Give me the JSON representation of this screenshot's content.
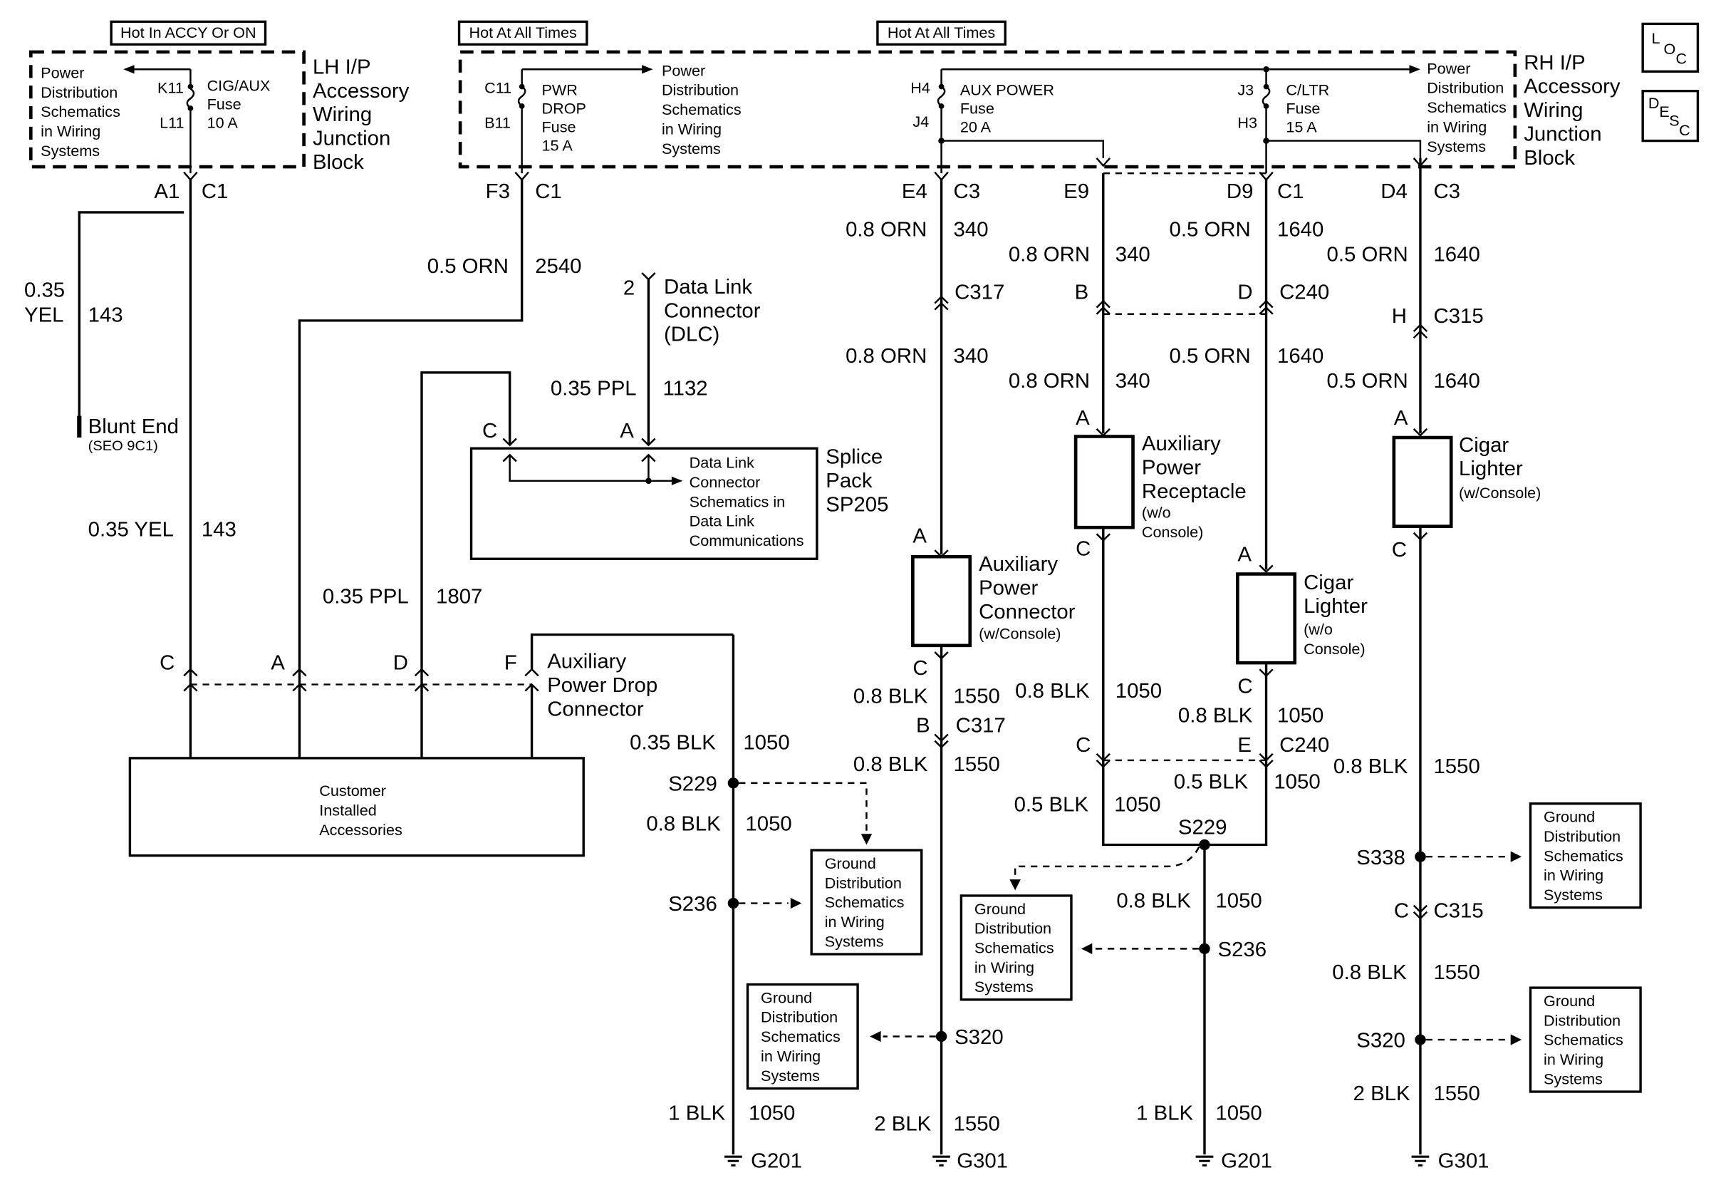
{
  "headers": {
    "lh_hot": "Hot In ACCY Or ON",
    "rh_hot_left": "Hot At All Times",
    "rh_hot_right": "Hot At All Times"
  },
  "lh_block": {
    "title": [
      "LH I/P",
      "Accessory",
      "Wiring",
      "Junction",
      "Block"
    ],
    "ref": [
      "Power",
      "Distribution",
      "Schematics",
      "in Wiring",
      "Systems"
    ],
    "fuse_top_pin": "K11",
    "fuse_bottom_pin": "L11",
    "fuse_label": [
      "CIG/AUX",
      "Fuse",
      "10 A"
    ]
  },
  "rh_block": {
    "title": [
      "RH I/P",
      "Accessory",
      "Wiring",
      "Junction",
      "Block"
    ],
    "pwr_drop": {
      "top_pin": "C11",
      "bottom_pin": "B11",
      "label": [
        "PWR",
        "DROP",
        "Fuse",
        "15 A"
      ]
    },
    "pwr_ref": [
      "Power",
      "Distribution",
      "Schematics",
      "in Wiring",
      "Systems"
    ],
    "aux_power": {
      "top_pin": "H4",
      "bottom_pin": "J4",
      "label": [
        "AUX POWER",
        "Fuse",
        "20 A"
      ]
    },
    "cltr": {
      "top_pin": "J3",
      "bottom_pin": "H3",
      "label": [
        "C/LTR",
        "Fuse",
        "15 A"
      ]
    },
    "right_ref": [
      "Power",
      "Distribution",
      "Schematics",
      "in Wiring",
      "Systems"
    ]
  },
  "legend": {
    "loc": [
      "L",
      "O",
      "C"
    ],
    "desc": [
      "D",
      "E",
      "S",
      "C"
    ]
  },
  "connectors": {
    "a1": "A1",
    "c1_a": "C1",
    "f3": "F3",
    "c1_b": "C1",
    "e4": "E4",
    "c3_a": "C3",
    "e9": "E9",
    "d9": "D9",
    "c1_c": "C1",
    "d4": "D4",
    "c3_b": "C3",
    "c317_top": "C317",
    "b_c240": "B",
    "d_c240": "D",
    "c240_top": "C240",
    "h_c315": "H",
    "c315_top": "C315",
    "a_aux_conn": "A",
    "a_aux_rec": "A",
    "a_cig_rh": "A",
    "a_cig_mid": "A",
    "c_aux_conn": "C",
    "c_aux_rec": "C",
    "c_cig_rh": "C",
    "c_cig_mid": "C",
    "b_c317": "B",
    "c317_bot": "C317",
    "c_c240": "C",
    "e_c240": "E",
    "c240_bot": "C240",
    "c_c315": "C",
    "c315_bot": "C315",
    "apd_c": "C",
    "apd_a": "A",
    "apd_d": "D",
    "apd_f": "F",
    "dlc_pin": "2",
    "sp_c": "C",
    "sp_a": "A"
  },
  "wires": {
    "w143_top": {
      "gauge": "0.35",
      "color": "YEL",
      "circuit": "143"
    },
    "w143_low": {
      "gauge": "0.35 YEL",
      "circuit": "143"
    },
    "w2540": {
      "gauge": "0.5 ORN",
      "circuit": "2540"
    },
    "w1132": {
      "gauge": "0.35 PPL",
      "circuit": "1132"
    },
    "w1807": {
      "gauge": "0.35 PPL",
      "circuit": "1807"
    },
    "w340_a": {
      "gauge": "0.8 ORN",
      "circuit": "340"
    },
    "w340_b": {
      "gauge": "0.8 ORN",
      "circuit": "340"
    },
    "w340_c": {
      "gauge": "0.8 ORN",
      "circuit": "340"
    },
    "w340_d": {
      "gauge": "0.8 ORN",
      "circuit": "340"
    },
    "w1640_a": {
      "gauge": "0.5 ORN",
      "circuit": "1640"
    },
    "w1640_b": {
      "gauge": "0.5 ORN",
      "circuit": "1640"
    },
    "w1640_c": {
      "gauge": "0.5 ORN",
      "circuit": "1640"
    },
    "w1640_d": {
      "gauge": "0.5 ORN",
      "circuit": "1640"
    },
    "w1550_a": {
      "gauge": "0.8 BLK",
      "circuit": "1550"
    },
    "w1550_b": {
      "gauge": "0.8 BLK",
      "circuit": "1550"
    },
    "w1550_c": {
      "gauge": "2 BLK",
      "circuit": "1550"
    },
    "w1550_d": {
      "gauge": "0.8 BLK",
      "circuit": "1550"
    },
    "w1550_e": {
      "gauge": "0.8 BLK",
      "circuit": "1550"
    },
    "w1550_f": {
      "gauge": "2 BLK",
      "circuit": "1550"
    },
    "w1050_a": {
      "gauge": "0.35 BLK",
      "circuit": "1050"
    },
    "w1050_b": {
      "gauge": "0.8 BLK",
      "circuit": "1050"
    },
    "w1050_c": {
      "gauge": "1 BLK",
      "circuit": "1050"
    },
    "w1050_d": {
      "gauge": "0.8 BLK",
      "circuit": "1050"
    },
    "w1050_e": {
      "gauge": "0.8 BLK",
      "circuit": "1050"
    },
    "w1050_f": {
      "gauge": "0.5 BLK",
      "circuit": "1050"
    },
    "w1050_g": {
      "gauge": "0.5 BLK",
      "circuit": "1050"
    },
    "w1050_h": {
      "gauge": "0.8 BLK",
      "circuit": "1050"
    },
    "w1050_i": {
      "gauge": "1 BLK",
      "circuit": "1050"
    }
  },
  "components": {
    "blunt_end": {
      "label": "Blunt End",
      "sub": "(SEO 9C1)"
    },
    "dlc": {
      "label": [
        "Data Link",
        "Connector",
        "(DLC)"
      ]
    },
    "splice_pack": {
      "label": [
        "Splice",
        "Pack",
        "SP205"
      ],
      "ref": [
        "Data Link",
        "Connector",
        "Schematics in",
        "Data Link",
        "Communications"
      ]
    },
    "aux_drop_conn": {
      "label": [
        "Auxiliary",
        "Power Drop",
        "Connector"
      ]
    },
    "customer_acc": {
      "label": [
        "Customer",
        "Installed",
        "Accessories"
      ]
    },
    "aux_power_conn": {
      "label": [
        "Auxiliary",
        "Power",
        "Connector"
      ],
      "sub": "(w/Console)"
    },
    "aux_power_rec": {
      "label": [
        "Auxiliary",
        "Power",
        "Receptacle"
      ],
      "sub": [
        "(w/o",
        "Console)"
      ]
    },
    "cigar_mid": {
      "label": [
        "Cigar",
        "Lighter"
      ],
      "sub": [
        "(w/o",
        "Console)"
      ]
    },
    "cigar_rh": {
      "label": [
        "Cigar",
        "Lighter"
      ],
      "sub": "(w/Console)"
    }
  },
  "splices": {
    "s229_left": "S229",
    "s236_left": "S236",
    "s320_mid": "S320",
    "s229_mid": "S229",
    "s236_mid": "S236",
    "s338": "S338",
    "s320_right": "S320"
  },
  "grounds": {
    "g201_a": "G201",
    "g301_a": "G301",
    "g201_b": "G201",
    "g301_b": "G301"
  },
  "ground_refs": {
    "ref1": [
      "Ground",
      "Distribution",
      "Schematics",
      "in Wiring",
      "Systems"
    ],
    "ref2": [
      "Ground",
      "Distribution",
      "Schematics",
      "in Wiring",
      "Systems"
    ],
    "ref3": [
      "Ground",
      "Distribution",
      "Schematics",
      "in Wiring",
      "Systems"
    ],
    "ref4": [
      "Ground",
      "Distribution",
      "Schematics",
      "in Wiring",
      "Systems"
    ],
    "ref5": [
      "Ground",
      "Distribution",
      "Schematics",
      "in Wiring",
      "Systems"
    ]
  }
}
